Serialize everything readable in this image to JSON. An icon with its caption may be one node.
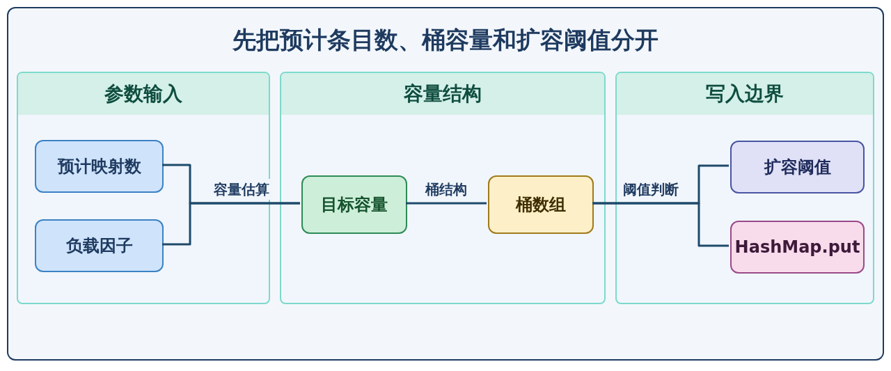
{
  "diagram": {
    "title": "先把预计条目数、桶容量和扩容阈值分开",
    "nodes": [
      {
        "text": [
          "参数输入"
        ]
      },
      {
        "text": [
          "预计映射数"
        ],
        "in": 0
      },
      {
        "text": [
          "负载因子"
        ],
        "in": 0
      },
      {
        "text": [
          "容量结构"
        ]
      },
      {
        "text": [
          "目标容量"
        ],
        "in": 3
      },
      {
        "text": [
          "桶数组"
        ],
        "in": 3
      },
      {
        "text": [
          "写入边界"
        ]
      },
      {
        "text": [
          "扩容阈值"
        ],
        "in": 6
      },
      {
        "text": [
          "HashMap.put"
        ],
        "in": 6
      }
    ],
    "edges": [
      {
        "from": 1,
        "to": 4,
        "arrow": "none",
        "label": "容量估算"
      },
      {
        "from": 2,
        "to": 4,
        "arrow": "none"
      },
      {
        "from": 4,
        "to": 5,
        "arrow": "none",
        "label": "桶结构"
      },
      {
        "from": 5,
        "to": 7,
        "arrow": "none",
        "label": "阈值判断"
      },
      {
        "from": 5,
        "to": 8,
        "arrow": "none"
      }
    ]
  }
}
